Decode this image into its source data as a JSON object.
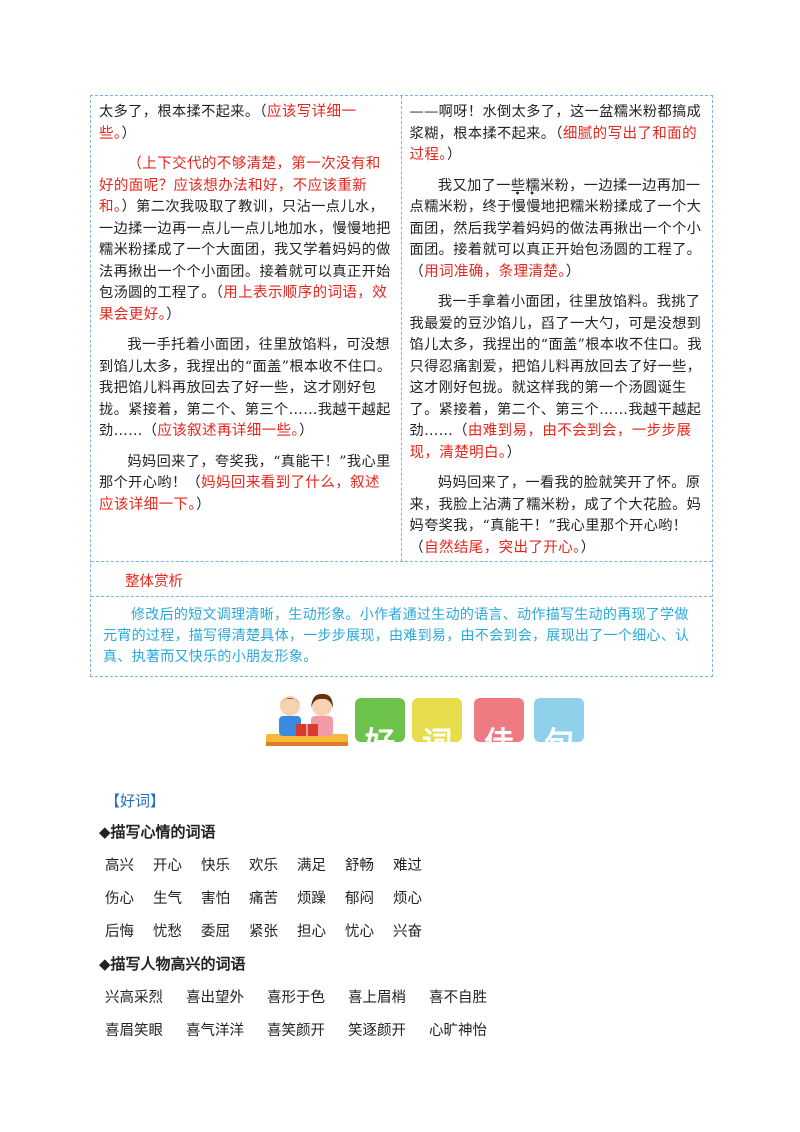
{
  "left": {
    "p1": "太多了，根本揉不起来。（",
    "p1_note": "应该写详细一些。",
    "p1_end": "）",
    "p2_open": "（",
    "p2_note": "上下交代的不够清楚，第一次没有和好的面呢？应该想办法和好，不应该重新和。",
    "p2_text": "）第二次我吸取了教训，只沾一点儿水，一边揉一边再一点儿一点儿地加水，慢慢地把糯米粉揉成了一个大面团，我又学着妈妈的做法再揪出一个个小面团。接着就可以真正开始包汤圆的工程了。（",
    "p2_note2": "用上表示顺序的词语，效果会更好。",
    "p2_end": "）",
    "p3_text": "我一手托着小面团，往里放馅料，可没想到馅儿太多，我捏出的“面盖”根本收不住口。我把馅儿料再放回去了好一些，这才刚好包拢。紧接着，第二个、第三个……我越干越起劲……（",
    "p3_note": "应该叙述再详细一些。",
    "p3_end": "）",
    "p4_text": "妈妈回来了，夸奖我，“真能干！”我心里那个开心哟！（",
    "p4_note": "妈妈回来看到了什么，叙述应该详细一下。",
    "p4_end": "）"
  },
  "right": {
    "p1": "——啊呀！水倒太多了，这一盆糯米粉都搞成浆糊，根本揉不起来。（",
    "p1_note": "细腻的写出了和面的过程。",
    "p1_end": "）",
    "p2_a": "我又加了",
    "p2_dot1": "一",
    "p2_dot2": "些",
    "p2_b": "糯米粉，一边揉一边再加一点糯米粉，终于慢慢地把糯米粉揉成了一个大面团，然后我学着妈妈的做法再揪出一个个小面团。接着就可以真正开始包汤圆的工程了。（",
    "p2_note": "用词准确，条理清楚。",
    "p2_end": "）",
    "p3_text": "我一手拿着小面团，往里放馅料。我挑了我最爱的豆沙馅儿，舀了一大勺，可是没想到馅儿太多，我捏出的“面盖”根本收不住口。我只得忍痛割爱，把馅儿料再放回去了好一些，这才刚好包拢。就这样我的第一个汤圆诞生了。紧接着，第二个、第三个……我越干越起劲……（",
    "p3_note": "由难到易，由不会到会，一步步展现，清楚明白。",
    "p3_end": "）",
    "p4_text": "妈妈回来了，一看我的脸就笑开了怀。原来，我脸上沾满了糯米粉，成了个大花脸。妈妈夸奖我，“真能干！”我心里那个开心哟！（",
    "p4_note": "自然结尾，突出了开心。",
    "p4_end": "）"
  },
  "summary": {
    "title": "整体赏析",
    "text": "修改后的短文调理清晰，生动形象。小作者通过生动的语言、动作描写生动的再现了学做元宵的过程，描写得清楚具体，一步步展现，由难到易，由不会到会，展现出了一个细心、认真、执著而又快乐的小朋友形象。"
  },
  "banner": {
    "tiles": [
      "好",
      "词",
      "佳",
      "句"
    ],
    "colors": [
      "#6cc24a",
      "#e6dc4c",
      "#f07a82",
      "#8fd0ea"
    ]
  },
  "vocab": {
    "heading": "【好词】",
    "sec1": "◆描写心情的词语",
    "row1": [
      "高兴",
      "开心",
      "快乐",
      "欢乐",
      "满足",
      "舒畅",
      "难过"
    ],
    "row2": [
      "伤心",
      "生气",
      "害怕",
      "痛苦",
      "烦躁",
      "郁闷",
      "烦心"
    ],
    "row3": [
      "后悔",
      "忧愁",
      "委屈",
      "紧张",
      "担心",
      "忧心",
      "兴奋"
    ],
    "sec2": "◆描写人物高兴的词语",
    "row4": [
      "兴高采烈",
      "喜出望外",
      "喜形于色",
      "喜上眉梢",
      "喜不自胜"
    ],
    "row5": [
      "喜眉笑眼",
      "喜气洋洋",
      "喜笑颜开",
      "笑逐颜开",
      "心旷神怡"
    ]
  }
}
